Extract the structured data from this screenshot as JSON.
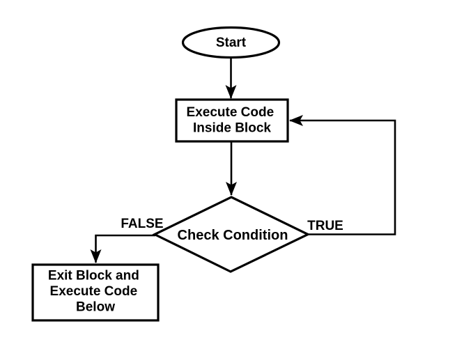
{
  "colors": {
    "background": "#ffffff",
    "stroke": "#000000",
    "shape_fill": "#ffffff",
    "text": "#000000"
  },
  "flowchart": {
    "start": {
      "label": "Start"
    },
    "execute_block": {
      "lines": [
        "Execute Code",
        "Inside Block"
      ]
    },
    "check_condition": {
      "label": "Check Condition"
    },
    "exit_block": {
      "lines": [
        "Exit Block and",
        "Execute Code",
        "Below"
      ]
    },
    "branch_false": {
      "label": "FALSE"
    },
    "branch_true": {
      "label": "TRUE"
    }
  }
}
